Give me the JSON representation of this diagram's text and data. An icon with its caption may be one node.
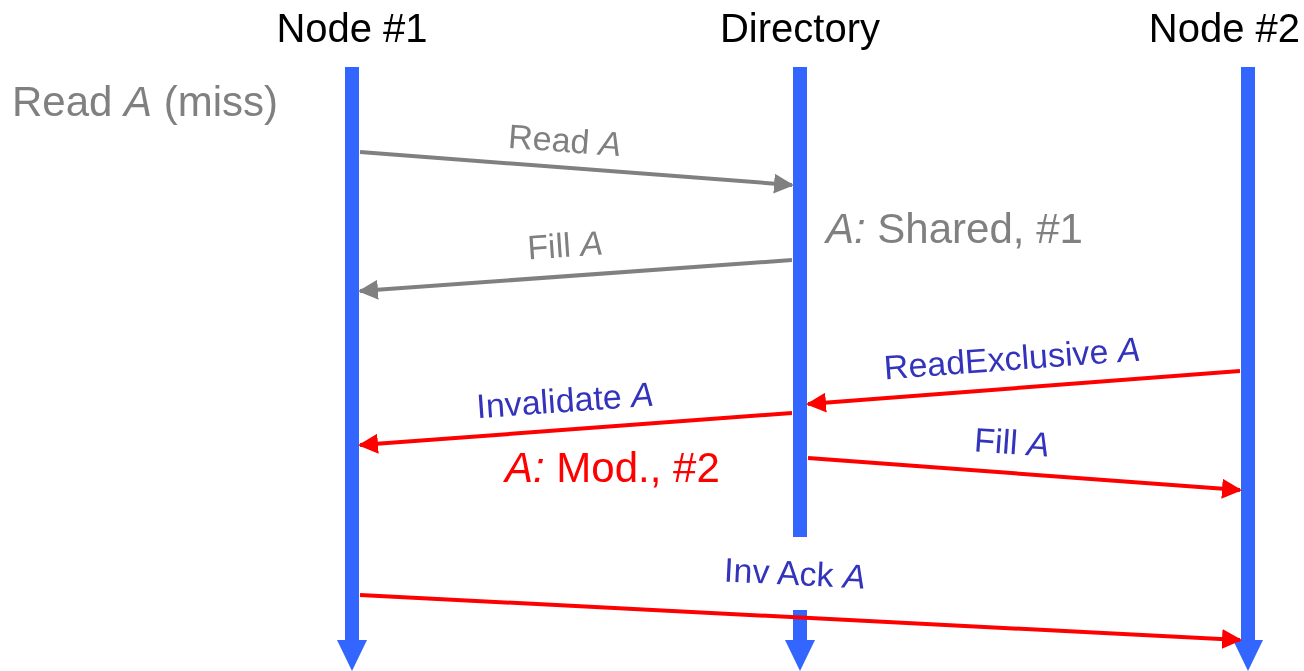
{
  "diagram": {
    "nodes": [
      {
        "text": [
          "Node #1"
        ]
      },
      {
        "text": [
          "Directory"
        ]
      },
      {
        "text": [
          "Node #2"
        ]
      }
    ],
    "edges": [
      {
        "from": 0,
        "to": 1,
        "arrow": "to",
        "label": "Read *A*",
        "color": "#808080"
      },
      {
        "from": 1,
        "to": 0,
        "arrow": "to",
        "label": "Fill *A*",
        "color": "#808080"
      },
      {
        "from": 2,
        "to": 1,
        "arrow": "to",
        "label": "ReadExclusive *A*"
      },
      {
        "from": 1,
        "to": 0,
        "arrow": "to",
        "label": "Invalidate *A*"
      },
      {
        "from": 1,
        "to": 2,
        "arrow": "to",
        "label": "Fill *A*"
      },
      {
        "from": 0,
        "to": 2,
        "arrow": "to",
        "label": "Inv Ack *A*"
      }
    ],
    "labels": [
      "Read *A* (miss)",
      "*A:* Shared, #1",
      "*A:* Mod., #2"
    ]
  }
}
